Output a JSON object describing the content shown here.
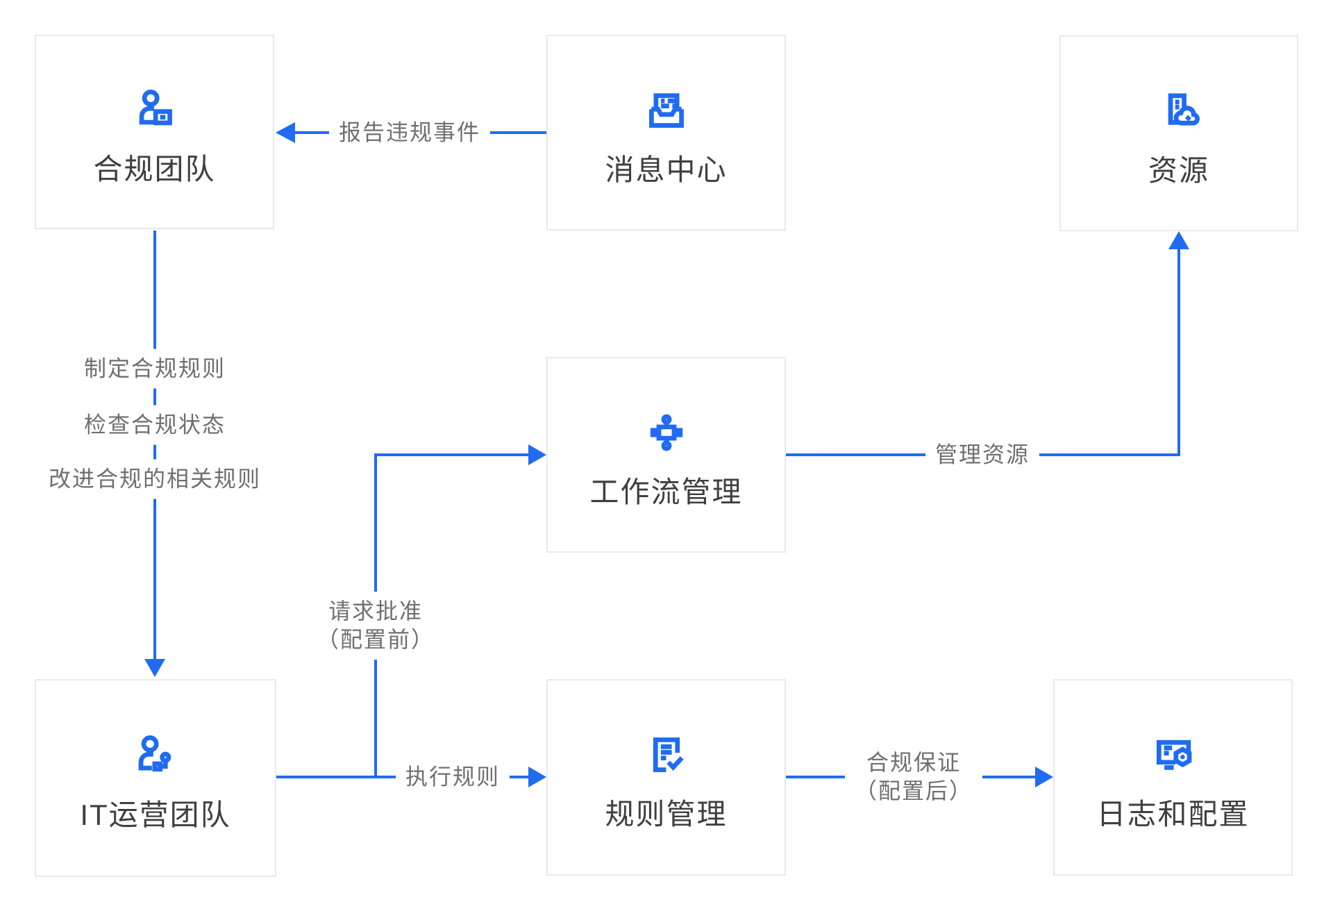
{
  "colors": {
    "accent_blue": "#1f6bf2",
    "box_border": "#e9e9e9",
    "node_title": "#3f3f3f",
    "edge_label": "#6f6f6f",
    "background": "#ffffff"
  },
  "nodes": [
    {
      "id": "compliance-team",
      "label": "合规团队",
      "icon": "person-badge-icon"
    },
    {
      "id": "message-center",
      "label": "消息中心",
      "icon": "inbox-message-icon"
    },
    {
      "id": "resources",
      "label": "资源",
      "icon": "building-cloud-icon"
    },
    {
      "id": "workflow",
      "label": "工作流管理",
      "icon": "workflow-node-icon"
    },
    {
      "id": "it-ops",
      "label": "IT运营团队",
      "icon": "person-key-icon"
    },
    {
      "id": "rule-mgmt",
      "label": "规则管理",
      "icon": "document-check-icon"
    },
    {
      "id": "logs-config",
      "label": "日志和配置",
      "icon": "log-gear-icon"
    }
  ],
  "edges": {
    "report_violation": "报告违规事件",
    "make_rules": "制定合规规则",
    "check_status": "检查合规状态",
    "improve_rules": "改进合规的相关规则",
    "request_approval_line1": "请求批准",
    "request_approval_line2": "（配置前）",
    "execute_rules": "执行规则",
    "manage_resources": "管理资源",
    "compliance_assurance_line1": "合规保证",
    "compliance_assurance_line2": "（配置后）"
  }
}
